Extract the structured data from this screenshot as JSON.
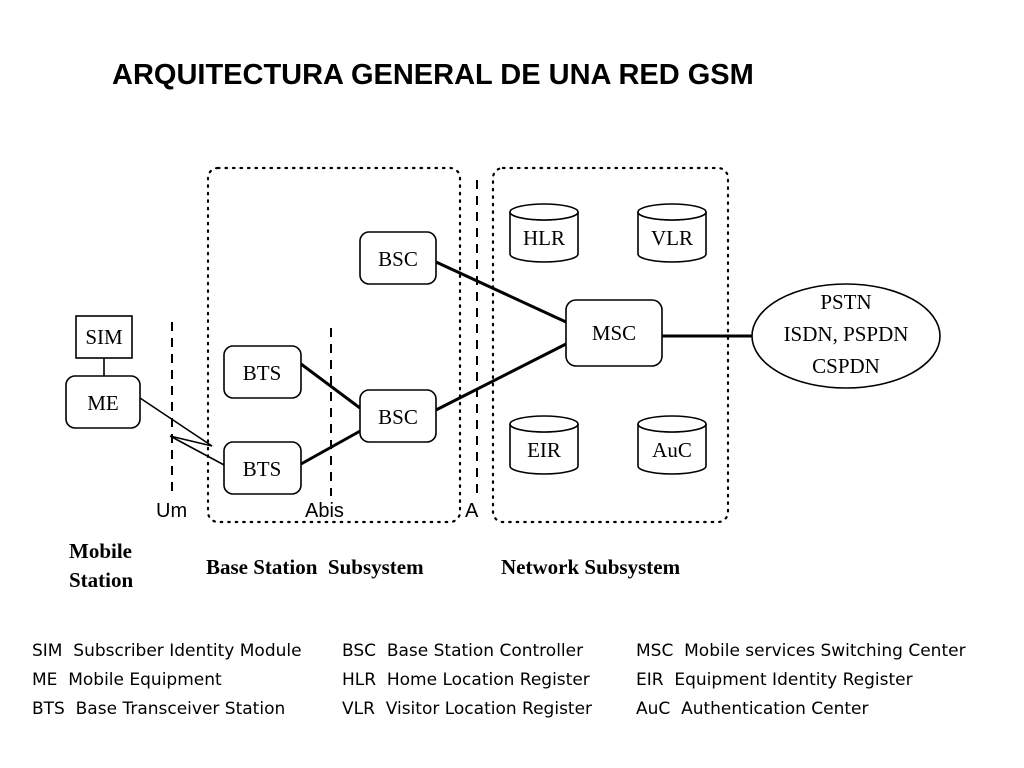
{
  "title": "ARQUITECTURA GENERAL DE UNA RED GSM",
  "nodes": {
    "sim": "SIM",
    "me": "ME",
    "bts1": "BTS",
    "bts2": "BTS",
    "bsc1": "BSC",
    "bsc2": "BSC",
    "msc": "MSC",
    "hlr": "HLR",
    "vlr": "VLR",
    "eir": "EIR",
    "auc": "AuC",
    "external": [
      "PSTN",
      "ISDN, PSPDN",
      "CSPDN"
    ]
  },
  "interfaces": {
    "um": "Um",
    "abis": "Abis",
    "a": "A"
  },
  "groups": {
    "mobile_station": [
      "Mobile",
      "Station"
    ],
    "base_station_subsystem": "Base Station  Subsystem",
    "network_subsystem": "Network Subsystem"
  },
  "legend": [
    [
      "SIM  Subscriber Identity Module",
      "BSC  Base Station Controller",
      "MSC  Mobile services Switching Center"
    ],
    [
      "ME  Mobile Equipment",
      "HLR  Home Location Register",
      "EIR  Equipment Identity Register"
    ],
    [
      "BTS  Base Transceiver Station",
      "VLR  Visitor Location Register",
      "AuC  Authentication Center"
    ]
  ]
}
